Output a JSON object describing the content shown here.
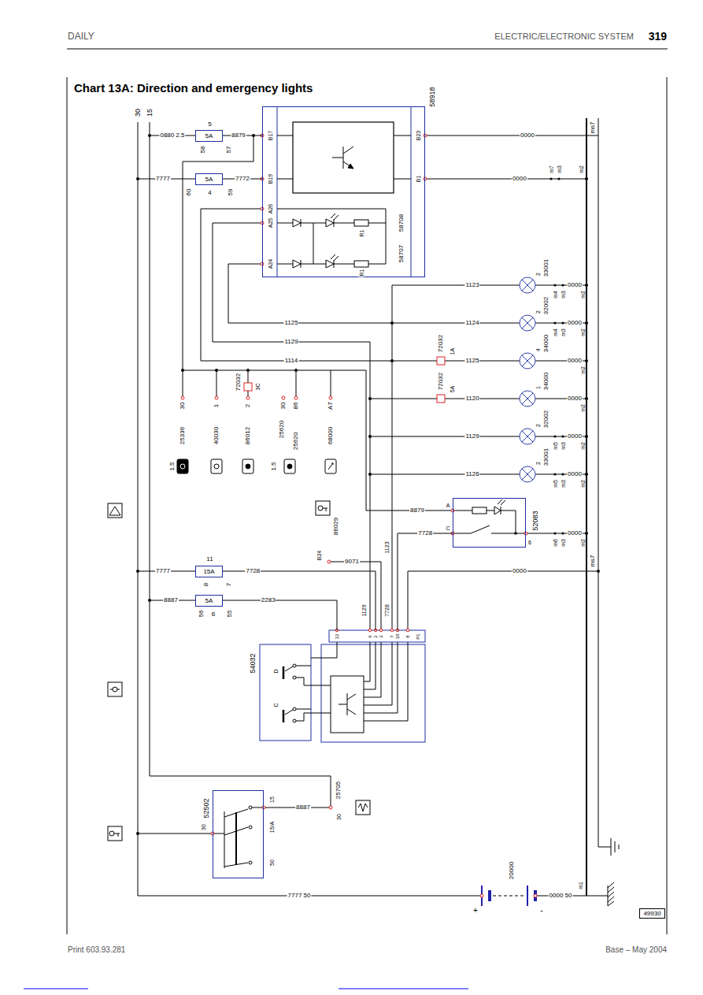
{
  "diagram": {
    "title": "Chart 13A: Direction and emergency lights",
    "nodes": [
      {
        "text": [
          "58918"
        ]
      },
      {
        "text": [
          "5",
          "5A"
        ]
      },
      {
        "text": [
          "5A",
          "4"
        ]
      },
      {
        "text": [
          "11",
          "15A"
        ]
      },
      {
        "text": [
          "5A",
          "6"
        ]
      },
      {
        "text": [
          "52083"
        ]
      },
      {
        "text": [
          "54032"
        ]
      },
      {
        "text": [
          "52502"
        ]
      },
      {
        "text": [
          "49930"
        ]
      }
    ],
    "edges": [
      {
        "from": 1,
        "to": 0,
        "arrow": "none",
        "label": "8879"
      },
      {
        "from": 2,
        "to": 0,
        "arrow": "none",
        "label": "7772"
      },
      {
        "from": 3,
        "to": 6,
        "arrow": "none",
        "label": "7728"
      },
      {
        "from": 4,
        "to": 6,
        "arrow": "none",
        "label": "2283"
      },
      {
        "from": 5,
        "to": 6,
        "arrow": "none",
        "label": "7728"
      }
    ],
    "labels": [
      "DAILY",
      "ELECTRIC/ELECTRONIC SYSTEM",
      "319",
      "Print 603.93.281",
      "Base – May 2004",
      "30",
      "15",
      "0880 2.5",
      "58",
      "57",
      "7777",
      "60",
      "59",
      "B17",
      "B19",
      "A26",
      "A25",
      "A24",
      "B23",
      "B1",
      "R1",
      "58708",
      "58707",
      "R1",
      "0000",
      "ms7",
      "0000",
      "m7",
      "m3",
      "m2",
      "1125",
      "1129",
      "1114",
      "1123",
      "33001",
      "2",
      "m4",
      "m3",
      "0000",
      "m2",
      "1124",
      "32002",
      "2",
      "m4",
      "m3",
      "0000",
      "m2",
      "1125",
      "34000",
      "4",
      "0000",
      "m2",
      "1120",
      "34000",
      "1",
      "0000",
      "m2",
      "1129",
      "32002",
      "2",
      "m5",
      "m3",
      "0000",
      "m2",
      "1126",
      "33001",
      "2",
      "m5",
      "m3",
      "0000",
      "m2",
      "72032",
      "1A",
      "72032",
      "5A",
      "30",
      "1",
      "72032",
      "3C",
      "2",
      "30",
      "86",
      "A7",
      "25336",
      "40030",
      "86012",
      "25620",
      "25620",
      "68000",
      "1.5",
      "1.5",
      "8879",
      "86029",
      "B24",
      "9071",
      "1123",
      "1129",
      "7728",
      "A",
      "C",
      "6",
      "m6",
      "m3",
      "0000",
      "m2",
      "0000",
      "ms7",
      "8",
      "7",
      "7777",
      "8887",
      "56",
      "55",
      "12",
      "6",
      "2",
      "3",
      "7",
      "10",
      "8",
      "P1",
      "D",
      "C",
      "8887",
      "25705",
      "30",
      "30",
      "15",
      "15/A",
      "50",
      "7777 50",
      "+",
      "-",
      "20000",
      "0000 50",
      "m1"
    ]
  }
}
